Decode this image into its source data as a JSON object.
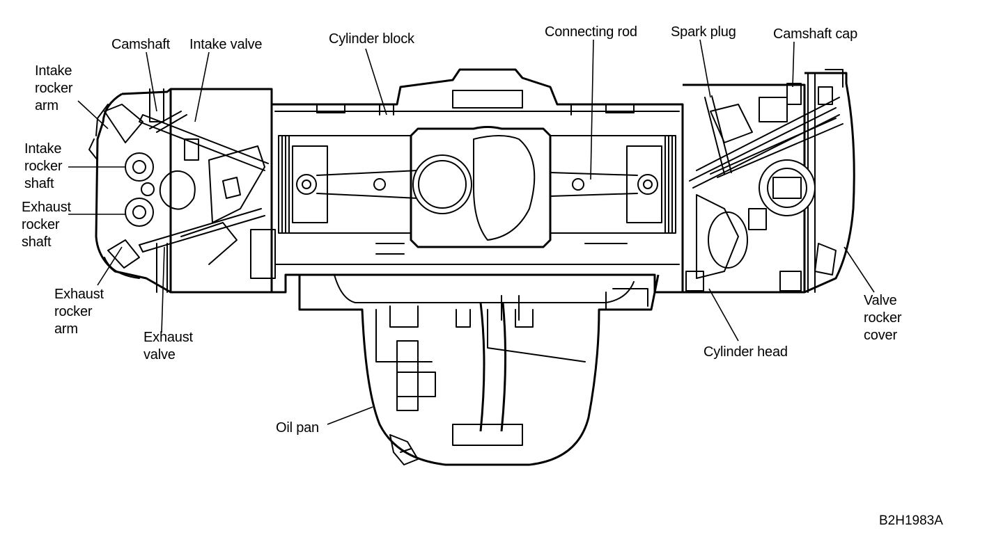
{
  "figure_code": "B2H1983A",
  "labels": {
    "camshaft_left": "Camshaft",
    "intake_valve": "Intake valve",
    "cylinder_block": "Cylinder block",
    "connecting_rod": "Connecting rod",
    "spark_plug": "Spark plug",
    "camshaft_cap": "Camshaft cap",
    "intake_rocker_arm": [
      "Intake",
      "rocker",
      "arm"
    ],
    "intake_rocker_shaft": [
      "Intake",
      "rocker",
      "shaft"
    ],
    "exhaust_rocker_shaft": [
      "Exhaust",
      "rocker",
      "shaft"
    ],
    "exhaust_rocker_arm": [
      "Exhaust",
      "rocker",
      "arm"
    ],
    "exhaust_valve": [
      "Exhaust",
      "valve"
    ],
    "cylinder_head": "Cylinder head",
    "valve_rocker_cover": [
      "Valve",
      "rocker",
      "cover"
    ],
    "oil_pan": "Oil pan"
  },
  "colors": {
    "ink": "#000000",
    "paper": "#ffffff"
  }
}
